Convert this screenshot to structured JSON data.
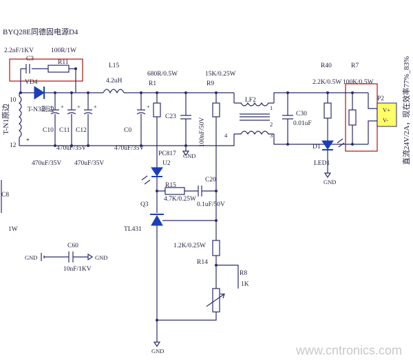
{
  "header": {
    "title": "BYQ28E同德固电源D4"
  },
  "labels": {
    "c3_val": "2.2nF/1KV",
    "c3": "C3",
    "r11_val": "100R/1W",
    "r11": "R11",
    "vd4": "VD4",
    "t_n3": "T-N3副边",
    "t_n1": "T-N1原边",
    "pin10": "10",
    "pin12": "12",
    "l15": "L15",
    "l15_val": "4.2uH",
    "r1_val": "680R/0.5W",
    "r1": "R1",
    "r9_val": "15K/0.25W",
    "r9": "R9",
    "r40": "R40",
    "r7": "R7",
    "r40_val": "2.2K/0.5W",
    "r7_val": "100K/0.5W",
    "p2": "P2",
    "vplus": "V+",
    "vminus": "V-",
    "side_note": "直流24V/2A，现在效率77%_83%",
    "c10": "C10",
    "c11": "C11",
    "c12": "C12",
    "c0": "C0",
    "c23": "C23",
    "c23_val": "100nF/50V",
    "lf2": "LF2",
    "p1": "1",
    "p2n": "2",
    "p3": "3",
    "p4": "4",
    "c30": "C30",
    "c30_val": "0.01uF",
    "d1": "D1",
    "led1": "LED1",
    "cap_470a": "470uF/35V",
    "cap_470b": "470uF/35V",
    "cap_470c": "470uF/35V",
    "cap_470d": "470uF/35V",
    "pc817": "PC817",
    "u2": "U2",
    "gnd": "GND",
    "r15": "R15",
    "r15_val": "4.7K/0.25W",
    "c20": "C20",
    "c20_val": "0.1uF/50V",
    "q3": "Q3",
    "tl431": "TL431",
    "r_12k": "1.2K/0.25W",
    "r14": "R14",
    "r8": "R8",
    "r8_val": "1K",
    "c8": "C8",
    "w1": "1W",
    "c60": "C60",
    "c60_val": "10nF/1KV",
    "star": "*"
  },
  "watermark": "www.cntronics.com",
  "colors": {
    "wire": "#2a2a6a",
    "highlight": "#c0302a",
    "diode": "#1a3fb8",
    "connector": "#ffff66"
  }
}
